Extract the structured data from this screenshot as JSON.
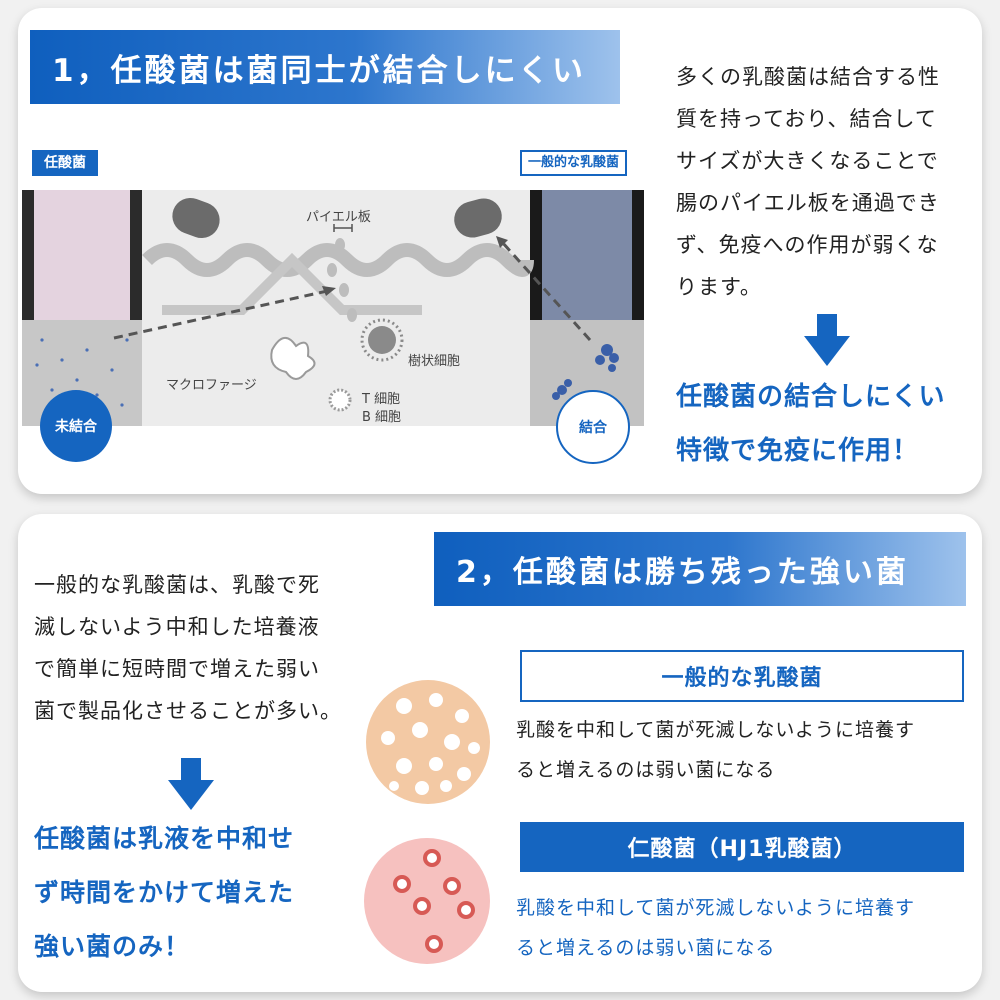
{
  "section1": {
    "title": "1，任酸菌は菌同士が結合しにくい",
    "left_tag": "任酸菌",
    "right_tag": "一般的な乳酸菌",
    "unbound_badge": "未結合",
    "bound_badge": "結合",
    "labels": {
      "peyer": "パイエル板",
      "dendritic": "樹状細胞",
      "macrophage": "マクロファージ",
      "tcell": "T 細胞",
      "bcell": "B 細胞"
    },
    "description": [
      "多くの乳酸菌は結合する性",
      "質を持っており、結合して",
      "サイズが大きくなることで",
      "腸のパイエル板を通過でき",
      "ず、免疫への作用が弱くな",
      "ります。"
    ],
    "conclusion": [
      "任酸菌の結合しにくい",
      "特徴で免疫に作用！"
    ]
  },
  "section2": {
    "title": "2，任酸菌は勝ち残った強い菌",
    "description": [
      "一般的な乳酸菌は、乳酸で死",
      "滅しないよう中和した培養液",
      "で簡単に短時間で増えた弱い",
      "菌で製品化させることが多い。"
    ],
    "conclusion": [
      "任酸菌は乳液を中和せ",
      "ず時間をかけて増えた",
      "強い菌のみ！"
    ],
    "general_box": "一般的な乳酸菌",
    "general_text": [
      "乳酸を中和して菌が死滅しないように培養す",
      "ると増えるのは弱い菌になる"
    ],
    "hj1_box": "仁酸菌（HJ1乳酸菌）",
    "hj1_text": [
      "乳酸を中和して菌が死滅しないように培養す",
      "ると増えるのは弱い菌になる"
    ]
  },
  "colors": {
    "accent": "#1565c0",
    "peach_dish": "#f3c9a4",
    "pink_dish": "#f6c1bf"
  },
  "icons": [
    "down-arrow-icon",
    "bacteria-dish-icon"
  ]
}
